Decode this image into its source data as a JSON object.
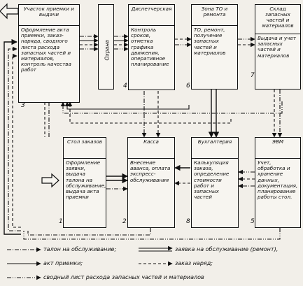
{
  "blocks": {
    "reception": {
      "title": "Участок приемки и выдачи",
      "body": "Оформление акта приемки, заказ-наряда, сводного листа расхода запасных частей и материалов, контроль качества работ",
      "number": "3"
    },
    "guard": {
      "title": "Охрана"
    },
    "dispatch": {
      "title": "Диспетчерская",
      "body": "Контроль сроков, отметка графика движения, оперативное планирование",
      "number": "4"
    },
    "to_zone": {
      "title": "Зона ТО и ремонта",
      "body": "ТО, ремонт, получение запасных частей и материалов",
      "number": "6"
    },
    "warehouse": {
      "title": "Склад запасных частей и материалов",
      "body": "Выдача и учет запасных частей и материалов",
      "number": "7"
    },
    "order_desk": {
      "title": "Стол заказов",
      "body": "Оформление заявки, выдача талона на обслуживание, выдача акта приемки",
      "number": "1"
    },
    "cashier": {
      "title": "Касса",
      "body": "Внесение аванса, оплата экспресс-обслуживания",
      "number": "2"
    },
    "accounting": {
      "title": "Бухгалтерия",
      "body": "Калькуляция заказа, определение стоимости работ и запасных частей",
      "number": "8"
    },
    "computer": {
      "title": "ЭВМ",
      "body": "Учет, обработка и хранение данных, документация, планирование работы стол.",
      "number": "5"
    }
  },
  "legend": [
    {
      "label": "талон на обслуживание;",
      "style": "dash-dot"
    },
    {
      "label": "заявка на обслуживание (ремонт),",
      "style": "double"
    },
    {
      "label": "акт приемки;",
      "style": "solid"
    },
    {
      "label": "заказ наряд;",
      "style": "dashed"
    },
    {
      "label": "сводный лист расхода запасных частей и материалов",
      "style": "dash-dot-dot"
    }
  ],
  "colors": {
    "ink": "#111111",
    "paper": "#f2efe9"
  }
}
